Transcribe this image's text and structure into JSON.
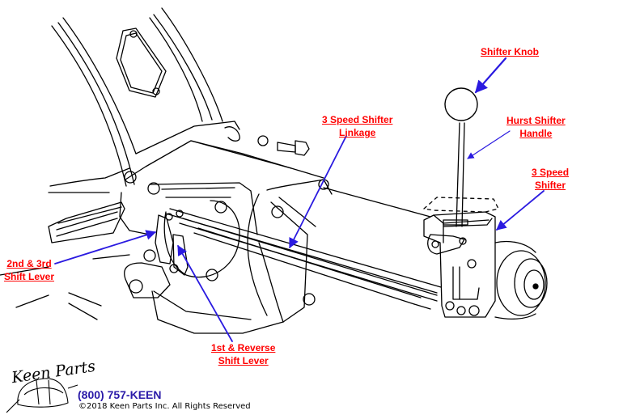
{
  "diagram": {
    "title": "3 Speed Shifter Linkage Diagram",
    "colors": {
      "label_text": "#ff0000",
      "arrow": "#2a1ae0",
      "line_art": "#000000",
      "phone_text": "#2a1aa8"
    },
    "labels": [
      {
        "id": "shifter-knob",
        "lines": [
          "Shifter Knob"
        ]
      },
      {
        "id": "hurst-shifter-handle",
        "lines": [
          "Hurst Shifter",
          "Handle"
        ]
      },
      {
        "id": "three-speed-shifter",
        "lines": [
          "3 Speed",
          "Shifter"
        ]
      },
      {
        "id": "three-speed-shifter-linkage",
        "lines": [
          "3 Speed Shifter",
          "Linkage"
        ]
      },
      {
        "id": "second-third-shift-lever",
        "lines": [
          "2nd & 3rd",
          "Shift Lever"
        ]
      },
      {
        "id": "first-reverse-shift-lever",
        "lines": [
          "1st & Reverse",
          "Shift Lever"
        ]
      }
    ]
  },
  "footer": {
    "logo_text": "Keen Parts",
    "phone": "(800) 757-KEEN",
    "copyright": "©2018 Keen Parts Inc. All Rights Reserved"
  }
}
